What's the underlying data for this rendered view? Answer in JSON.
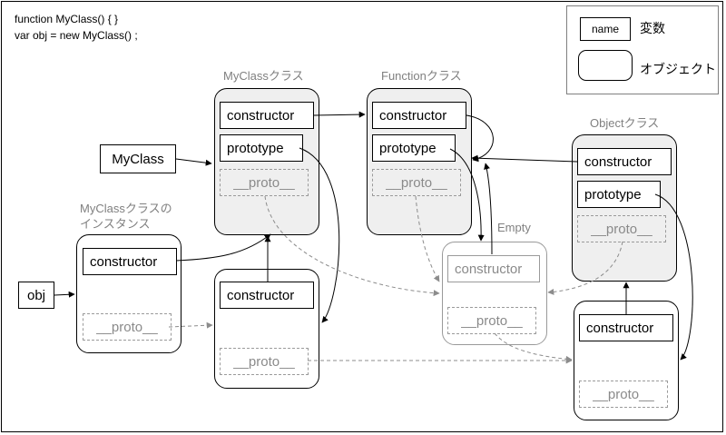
{
  "code": {
    "line1": "function MyClass() { }",
    "line2": "var obj = new MyClass() ;"
  },
  "legend": {
    "variable_sample": "name",
    "variable_label": "変数",
    "object_label": "オブジェクト"
  },
  "variables": {
    "myclass": "MyClass",
    "obj": "obj"
  },
  "objects": {
    "myclass_class": {
      "title": "MyClassクラス",
      "constructor": "constructor",
      "prototype": "prototype",
      "proto": "__proto__"
    },
    "function_class": {
      "title": "Functionクラス",
      "constructor": "constructor",
      "prototype": "prototype",
      "proto": "__proto__"
    },
    "object_class": {
      "title": "Objectクラス",
      "constructor": "constructor",
      "prototype": "prototype",
      "proto": "__proto__"
    },
    "myclass_instance": {
      "title_line1": "MyClassクラスの",
      "title_line2": "インスタンス",
      "constructor": "constructor",
      "proto": "__proto__"
    },
    "myclass_prototype": {
      "constructor": "constructor",
      "proto": "__proto__"
    },
    "empty": {
      "title": "Empty",
      "constructor": "constructor",
      "proto": "__proto__"
    },
    "object_prototype": {
      "constructor": "constructor",
      "proto": "__proto__"
    }
  },
  "colors": {
    "solid_arrow": "#000000",
    "proto_link": "#8c8c8c",
    "class_fill": "#efefef",
    "faint": "#9a9a9a"
  }
}
